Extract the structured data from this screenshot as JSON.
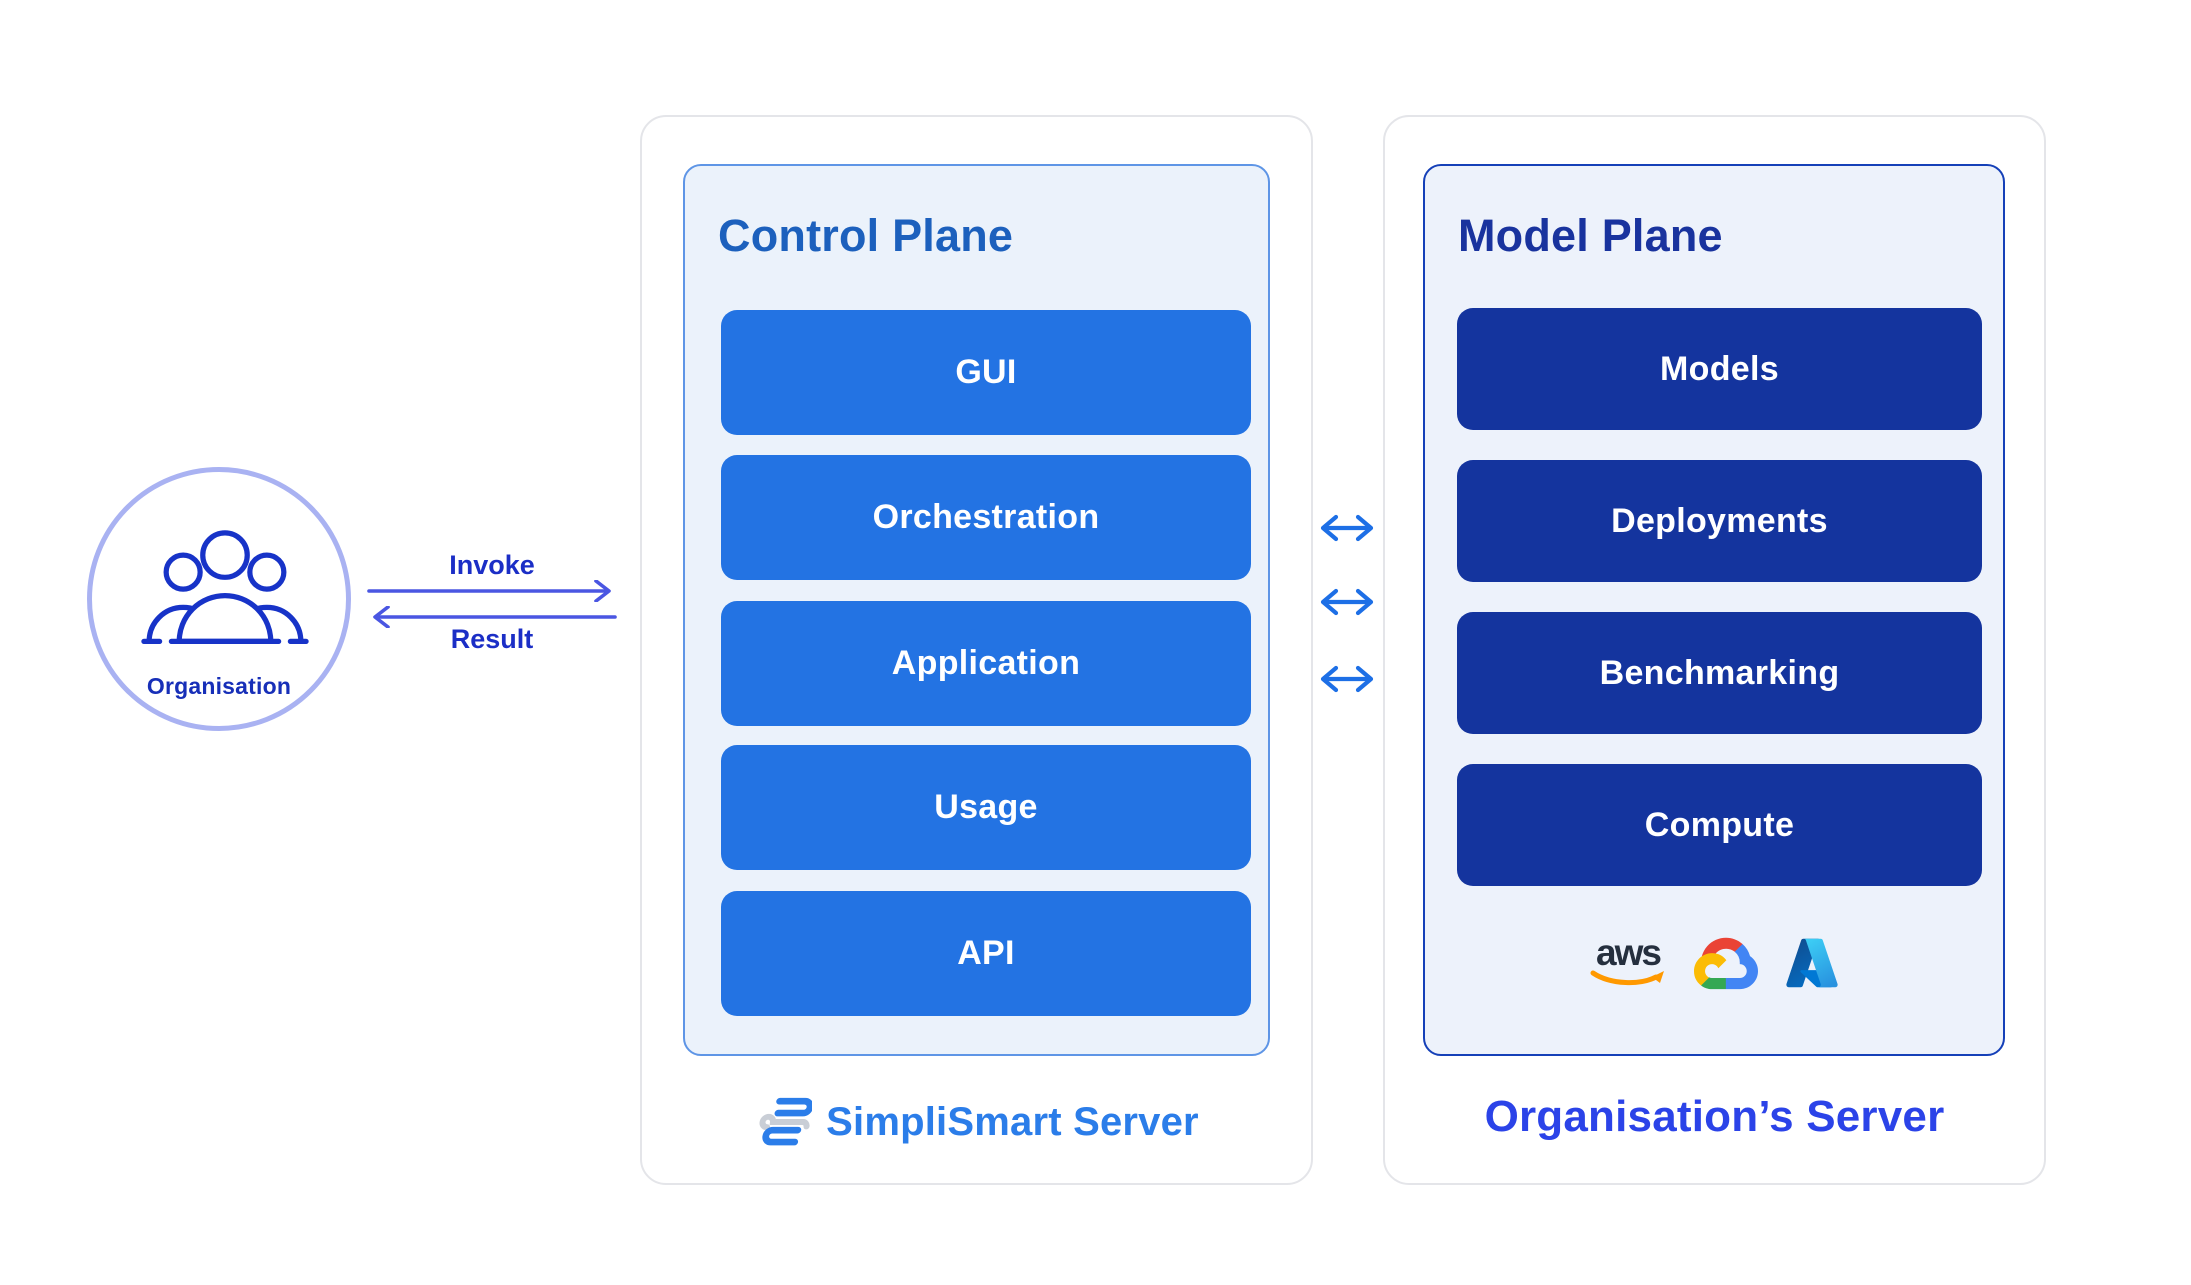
{
  "actor": {
    "label": "Organisation"
  },
  "flow": {
    "invoke": "Invoke",
    "result": "Result"
  },
  "control_plane": {
    "title": "Control Plane",
    "modules": [
      "GUI",
      "Orchestration",
      "Application",
      "Usage",
      "API"
    ],
    "caption": "SimpliSmart Server"
  },
  "model_plane": {
    "title": "Model Plane",
    "modules": [
      "Models",
      "Deployments",
      "Benchmarking",
      "Compute"
    ],
    "caption": "Organisation’s Server",
    "cloud_providers": [
      {
        "name": "AWS",
        "icon": "aws-logo-icon",
        "wordmark": "aws"
      },
      {
        "name": "Google Cloud",
        "icon": "google-cloud-logo-icon"
      },
      {
        "name": "Microsoft Azure",
        "icon": "azure-logo-icon"
      }
    ],
    "sync_arrows_count": 3
  },
  "colors": {
    "control_button": "#2373e3",
    "control_title": "#1c60bd",
    "control_box_border": "#5e95e6",
    "model_button": "#14349e",
    "model_title": "#19339e",
    "model_box_border": "#1540b8",
    "plane_box_bg": "#ebf2fb",
    "panel_border": "#e4e5e9",
    "sync_arrow": "#1d6fe6",
    "flow_arrow": "#4a56e2",
    "flow_text": "#1b2ec6",
    "actor_ring": "#a9b2f2",
    "actor_stroke": "#1733c8",
    "simplismart_blue": "#2b7de9",
    "org_server_blue": "#2b43e8",
    "aws_dark": "#252f3e",
    "aws_orange": "#ff9900"
  }
}
